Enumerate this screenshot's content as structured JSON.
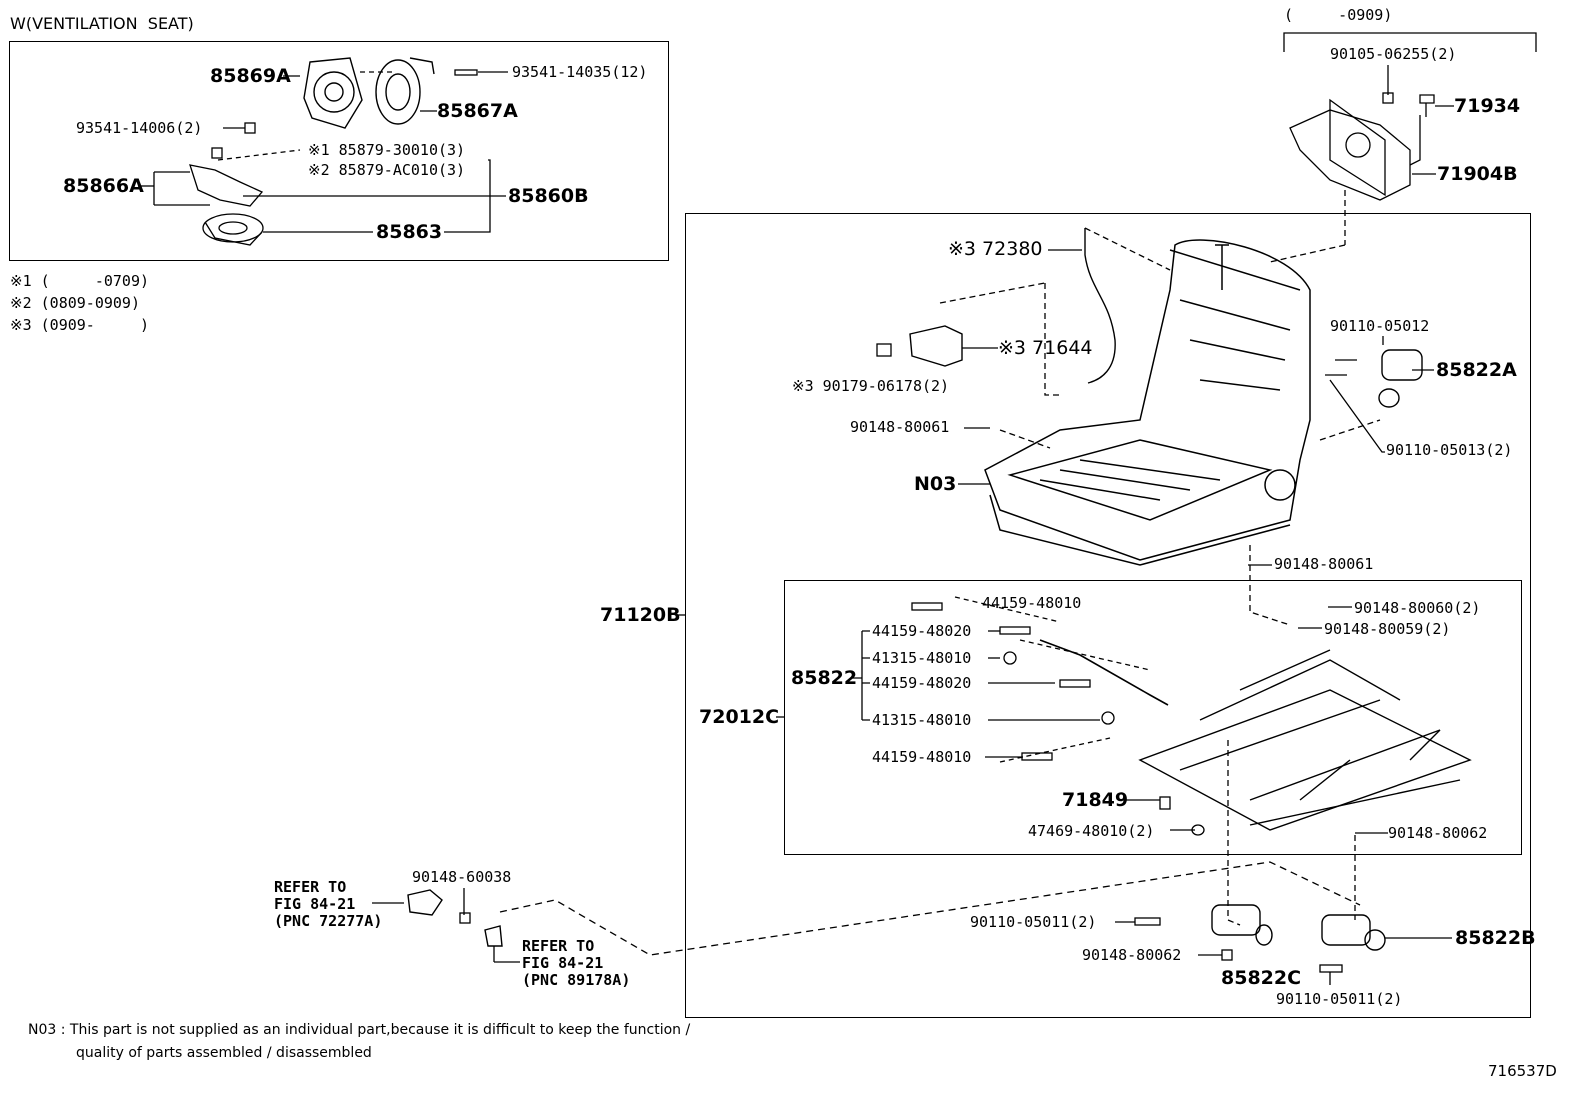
{
  "inset": {
    "title": "W(VENTILATION  SEAT)",
    "parts": {
      "p85869A": "85869A",
      "p85867A": "85867A",
      "p93541_14035": "93541-14035(12)",
      "p93541_14006": "93541-14006(2)",
      "p85879_30010": "※1 85879-30010(3)",
      "p85879_AC010": "※2 85879-AC010(3)",
      "p85866A": "85866A",
      "p85860B": "85860B",
      "p85863": "85863"
    }
  },
  "notes": {
    "n1": "※1 (     -0709)",
    "n2": "※2 (0809-0909)",
    "n3": "※3 (0909-     )"
  },
  "top_right": {
    "range": "(     -0909)",
    "p90105": "90105-06255(2)",
    "p71934": "71934",
    "p71904B": "71904B"
  },
  "main": {
    "p72380": "※3 72380",
    "p71644": "※3 71644",
    "p90179": "※3 90179-06178(2)",
    "p90110_05012": "90110-05012",
    "p85822A": "85822A",
    "p90148_80061a": "90148-80061",
    "p90110_05013": "90110-05013(2)",
    "pN03": "N03",
    "p90148_80061b": "90148-80061",
    "p71120B": "71120B",
    "p44159_48010a": "44159-48010",
    "p90148_80060": "90148-80060(2)",
    "p90148_80059": "90148-80059(2)",
    "p44159_48020a": "44159-48020",
    "p41315_48010a": "41315-48010",
    "p85822": "85822",
    "p44159_48020b": "44159-48020",
    "p72012C": "72012C",
    "p41315_48010b": "41315-48010",
    "p44159_48010b": "44159-48010",
    "p71849": "71849",
    "p47469": "47469-48010(2)",
    "p90148_80062a": "90148-80062",
    "p90110_05011a": "90110-05011(2)",
    "p85822B": "85822B",
    "p90148_80062b": "90148-80062",
    "p85822C": "85822C",
    "p90110_05011b": "90110-05011(2)"
  },
  "refs": {
    "p90148_60038": "90148-60038",
    "ref1": [
      "REFER TO",
      "FIG 84-21",
      "(PNC 72277A)"
    ],
    "ref2": [
      "REFER TO",
      "FIG 84-21",
      "(PNC 89178A)"
    ]
  },
  "footer": {
    "note_line1": "N03 : This part is not supplied as an individual part,because it is difficult to keep the function /",
    "note_line2": "quality of parts assembled / disassembled",
    "figure_id": "716537D"
  }
}
